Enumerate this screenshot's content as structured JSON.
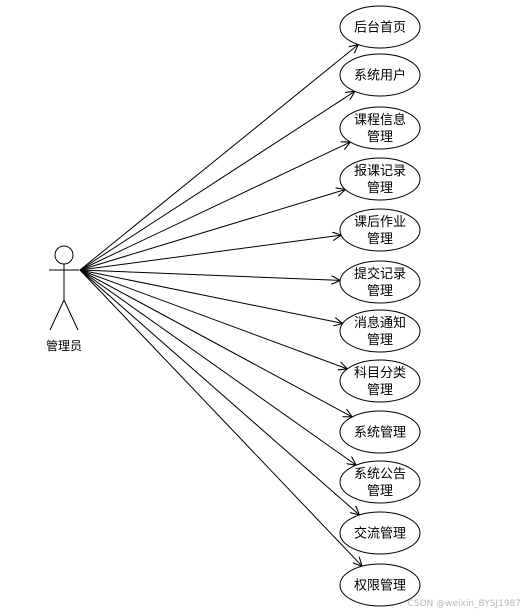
{
  "actor": {
    "label": "管理员"
  },
  "use_cases": [
    {
      "lines": [
        "后台首页"
      ]
    },
    {
      "lines": [
        "系统用户"
      ]
    },
    {
      "lines": [
        "课程信息",
        "管理"
      ]
    },
    {
      "lines": [
        "报课记录",
        "管理"
      ]
    },
    {
      "lines": [
        "课后作业",
        "管理"
      ]
    },
    {
      "lines": [
        "提交记录",
        "管理"
      ]
    },
    {
      "lines": [
        "消息通知",
        "管理"
      ]
    },
    {
      "lines": [
        "科目分类",
        "管理"
      ]
    },
    {
      "lines": [
        "系统管理"
      ]
    },
    {
      "lines": [
        "系统公告",
        "管理"
      ]
    },
    {
      "lines": [
        "交流管理"
      ]
    },
    {
      "lines": [
        "权限管理"
      ]
    }
  ],
  "watermark": "CSDN @weixin_BYSJ1987"
}
